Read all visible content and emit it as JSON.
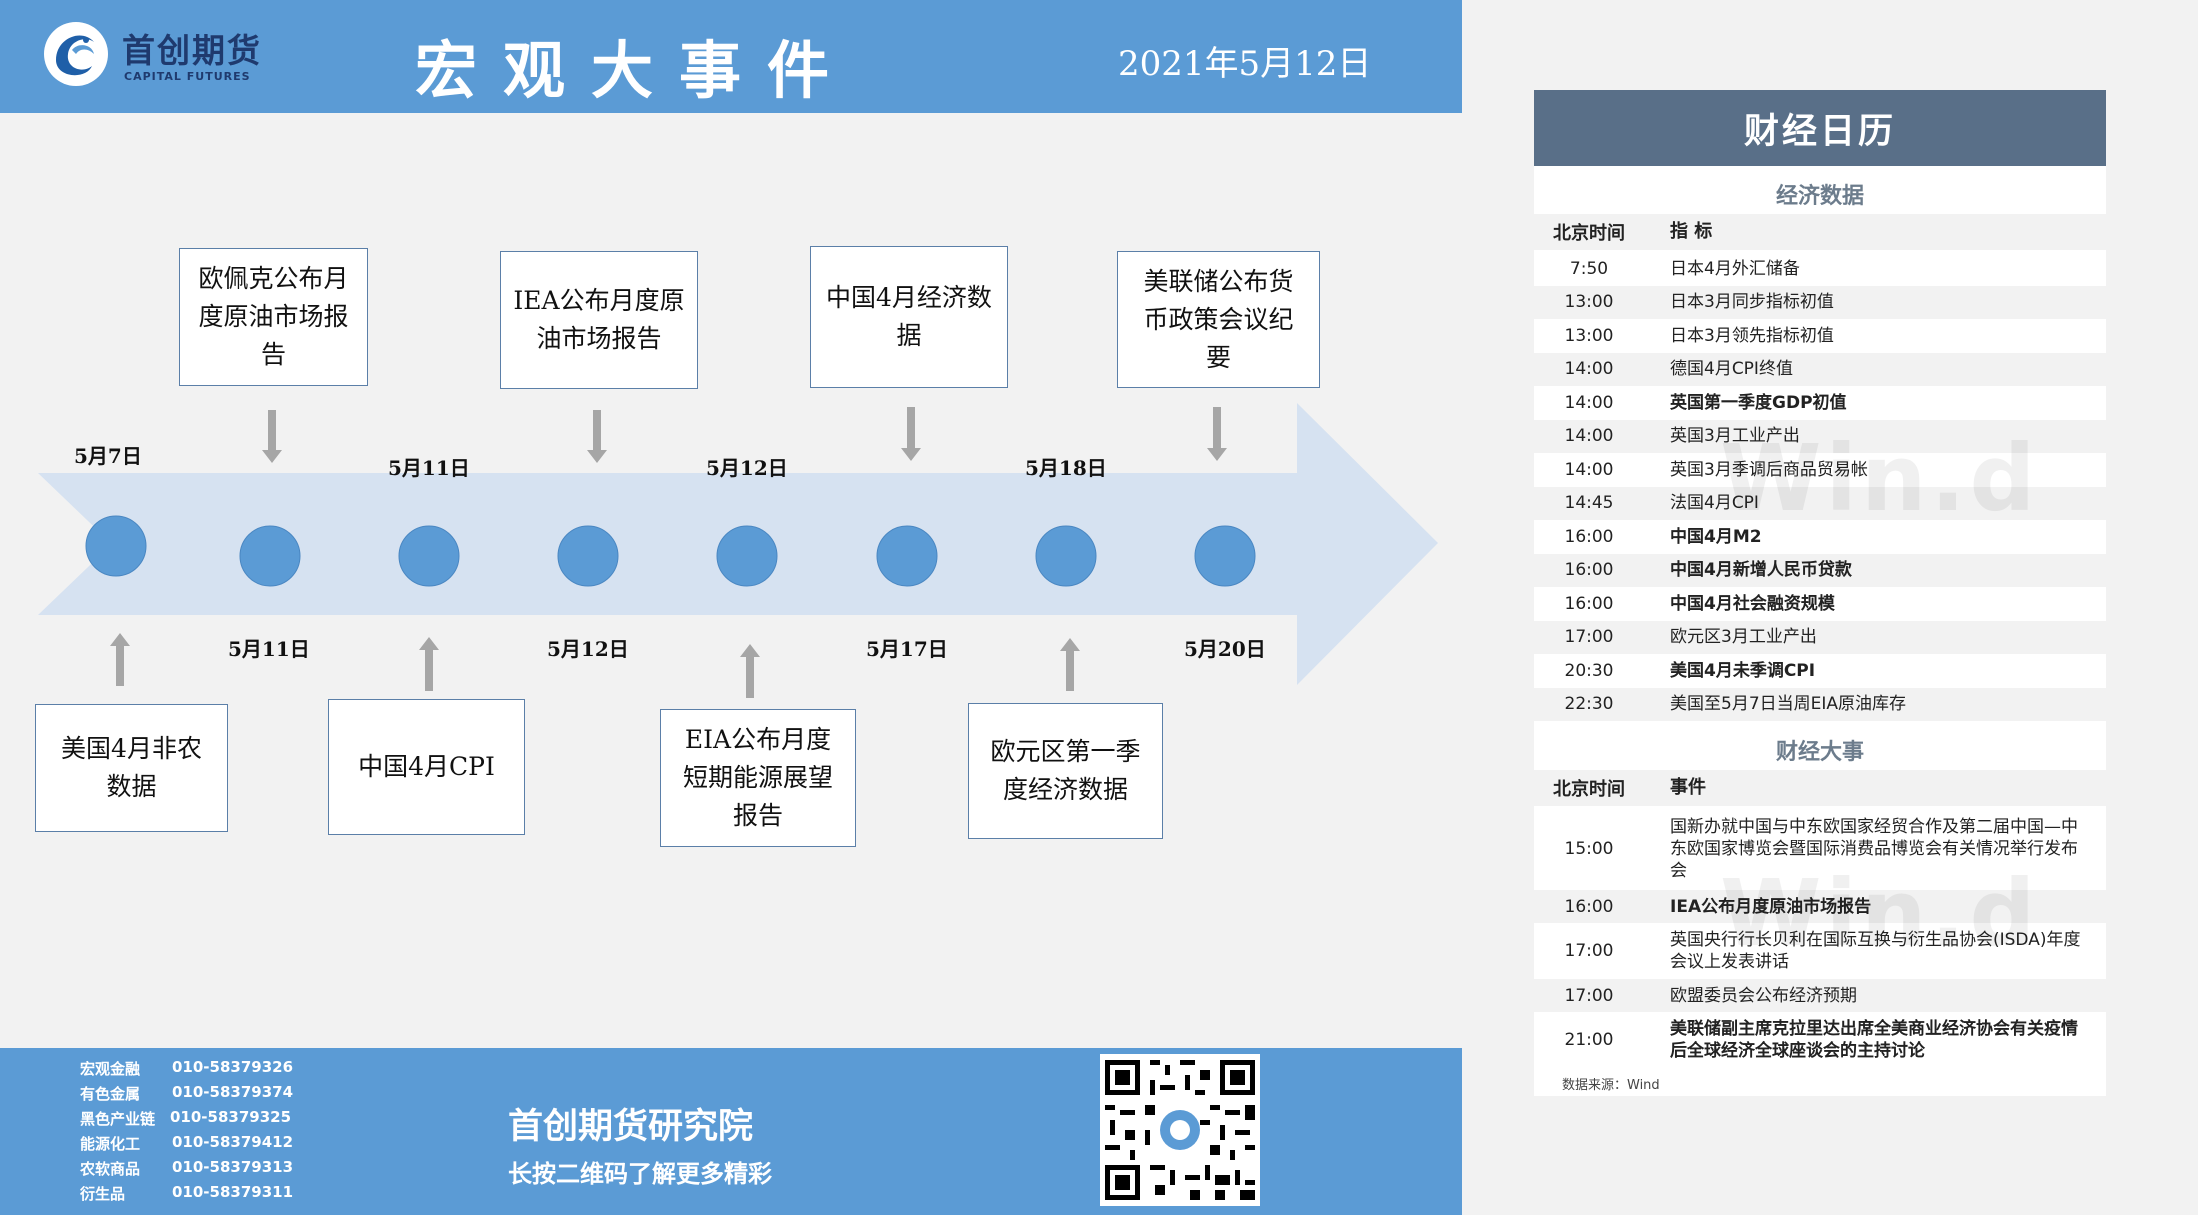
{
  "header": {
    "logo_cn": "首创期货",
    "logo_en": "CAPITAL FUTURES",
    "title": "宏观大事件",
    "date": "2021年5月12日"
  },
  "timeline": {
    "top_dates": [
      "5月7日",
      "5月11日",
      "5月12日",
      "5月18日"
    ],
    "bottom_dates": [
      "5月11日",
      "5月12日",
      "5月17日",
      "5月20日"
    ],
    "top_events": [
      [
        "欧佩克公布月",
        "度原油市场报",
        "告"
      ],
      [
        "IEA公布月度原",
        "油市场报告"
      ],
      [
        "中国4月经济数",
        "据"
      ],
      [
        "美联储公布货",
        "币政策会议纪",
        "要"
      ]
    ],
    "bottom_events": [
      [
        "美国4月非农",
        "数据"
      ],
      [
        "中国4月CPI"
      ],
      [
        "EIA公布月度",
        "短期能源展望",
        "报告"
      ],
      [
        "欧元区第一季",
        "度经济数据"
      ]
    ]
  },
  "footer": {
    "contacts": [
      {
        "label": "宏观金融",
        "phone": "010-58379326"
      },
      {
        "label": "有色金属",
        "phone": "010-58379374"
      },
      {
        "label": "黑色产业链",
        "phone": "010-58379325"
      },
      {
        "label": "能源化工",
        "phone": "010-58379412"
      },
      {
        "label": "农软商品",
        "phone": "010-58379313"
      },
      {
        "label": "衍生品",
        "phone": "010-58379311"
      }
    ],
    "institute": "首创期货研究院",
    "slogan": "长按二维码了解更多精彩"
  },
  "calendar": {
    "title": "财经日历",
    "econ_title": "经济数据",
    "col_time": "北京时间",
    "col_indicator": "指  标",
    "econ_rows": [
      {
        "time": "7:50",
        "text": "日本4月外汇储备",
        "bold": false
      },
      {
        "time": "13:00",
        "text": "日本3月同步指标初值",
        "bold": false
      },
      {
        "time": "13:00",
        "text": "日本3月领先指标初值",
        "bold": false
      },
      {
        "time": "14:00",
        "text": "德国4月CPI终值",
        "bold": false
      },
      {
        "time": "14:00",
        "text": "英国第一季度GDP初值",
        "bold": true
      },
      {
        "time": "14:00",
        "text": "英国3月工业产出",
        "bold": false
      },
      {
        "time": "14:00",
        "text": "英国3月季调后商品贸易帐",
        "bold": false
      },
      {
        "time": "14:45",
        "text": "法国4月CPI",
        "bold": false
      },
      {
        "time": "16:00",
        "text": "中国4月M2",
        "bold": true
      },
      {
        "time": "16:00",
        "text": "中国4月新增人民币贷款",
        "bold": true
      },
      {
        "time": "16:00",
        "text": "中国4月社会融资规模",
        "bold": true
      },
      {
        "time": "17:00",
        "text": "欧元区3月工业产出",
        "bold": false
      },
      {
        "time": "20:30",
        "text": "美国4月未季调CPI",
        "bold": true
      },
      {
        "time": "22:30",
        "text": "美国至5月7日当周EIA原油库存",
        "bold": false
      }
    ],
    "events_title": "财经大事",
    "col_event": "事件",
    "event_rows": [
      {
        "time": "15:00",
        "text": "国新办就中国与中东欧国家经贸合作及第二届中国—中东欧国家博览会暨国际消费品博览会有关情况举行发布会",
        "bold": false
      },
      {
        "time": "16:00",
        "text": "IEA公布月度原油市场报告",
        "bold": true
      },
      {
        "time": "17:00",
        "text": "英国央行行长贝利在国际互换与衍生品协会(ISDA)年度会议上发表讲话",
        "bold": false
      },
      {
        "time": "17:00",
        "text": "欧盟委员会公布经济预期",
        "bold": false
      },
      {
        "time": "21:00",
        "text": "美联储副主席克拉里达出席全美商业经济协会有关疫情后全球经济全球座谈会的主持讨论",
        "bold": true
      }
    ],
    "source": "数据来源：Wind",
    "watermark": "Win.d"
  },
  "colors": {
    "header_blue": "#5b9bd5",
    "arrow_fill": "#d6e2f1",
    "dot_blue": "#5b9bd5",
    "calendar_header": "#596f88"
  }
}
